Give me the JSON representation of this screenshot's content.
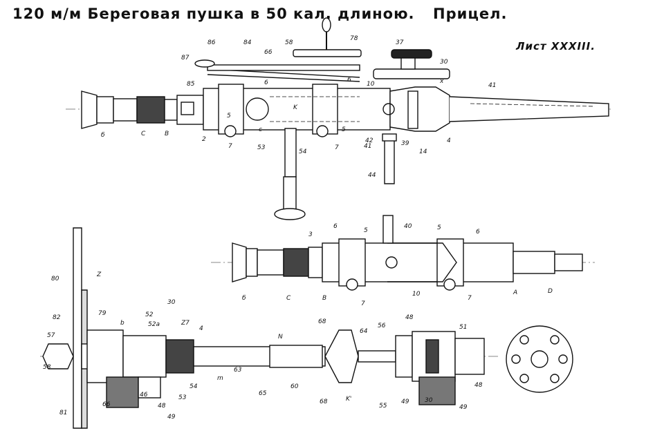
{
  "header": {
    "title": "120 м/м Береговая пушка в 50 кал. длиною.",
    "subtitle": "Прицел.",
    "sheet": "Лист XXXIII."
  },
  "callouts": {
    "top": [
      "86",
      "87",
      "84",
      "66",
      "58",
      "78",
      "37",
      "30",
      "85",
      "6",
      "6",
      "x",
      "10",
      "41",
      "5",
      "c",
      "б",
      "C",
      "B",
      "2",
      "7",
      "53",
      "54",
      "7",
      "5",
      "42",
      "41",
      "39",
      "14",
      "4",
      "44",
      "K"
    ],
    "middle": [
      "6",
      "5",
      "40",
      "5",
      "6",
      "3",
      "б",
      "C",
      "B",
      "7",
      "10",
      "7",
      "A",
      "D"
    ],
    "bottom": [
      "80",
      "Z",
      "30",
      "52",
      "Z7",
      "4",
      "82",
      "79",
      "b",
      "52a",
      "57",
      "58",
      "81",
      "66",
      "46",
      "48",
      "49",
      "53",
      "54",
      "m",
      "63",
      "65",
      "60",
      "N",
      "68",
      "64",
      "56",
      "48",
      "51",
      "68",
      "K'",
      "55",
      "49",
      "30",
      "48",
      "49"
    ]
  },
  "colors": {
    "ink": "#111111",
    "paper": "#ffffff"
  }
}
